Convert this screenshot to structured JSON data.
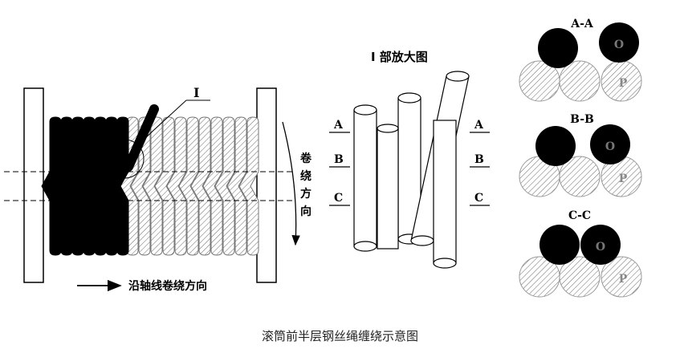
{
  "caption": "滚筒前半层钢丝绳缠绕示意图",
  "drum": {
    "detail_marker": "I",
    "axis_direction_label": "沿轴线卷绕方向",
    "winding_direction_chars": [
      "卷",
      "绕",
      "方",
      "向"
    ]
  },
  "detail": {
    "title": "I 部放大图",
    "section_marks": [
      "A",
      "B",
      "C"
    ]
  },
  "sections": [
    {
      "title": "A-A",
      "upper_label": "O",
      "lower_label": "P"
    },
    {
      "title": "B-B",
      "upper_label": "O",
      "lower_label": "P"
    },
    {
      "title": "C-C",
      "upper_label": "O",
      "lower_label": "P"
    }
  ],
  "colors": {
    "ink": "#000000",
    "dark_rope": "#111111",
    "hatch": "#555555",
    "background": "#ffffff"
  }
}
